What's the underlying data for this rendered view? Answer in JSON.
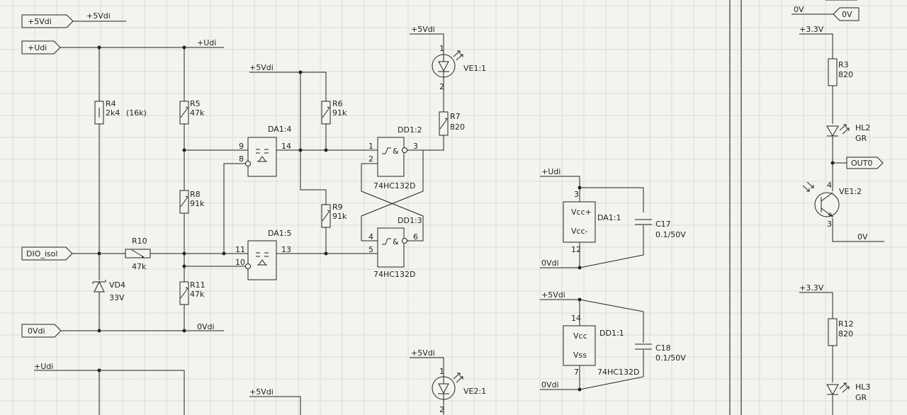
{
  "sheet": {
    "background": "#f4f3ee",
    "grid_color": "#dcdcd6",
    "ink_color": "#222222"
  },
  "ports": {
    "p5vdi": "+5Vdi",
    "pudi": "+Udi",
    "pdio": "DIO_isol",
    "p0vdi": "0Vdi",
    "p0v": "0V",
    "pout": "OUT0"
  },
  "nets": {
    "n5vdi_top": "+5Vdi",
    "nudi_top": "+Udi",
    "n5vdi_a": "+5Vdi",
    "n5vdi_led1": "+5Vdi",
    "n0vdi_left": "0Vdi",
    "nudi_b": "+Udi",
    "n5vdi_b": "+5Vdi",
    "n5vdi_led2": "+5Vdi",
    "nudi_da": "+Udi",
    "n0vdi_da": "0Vdi",
    "n5vdi_dd": "+5Vdi",
    "n0vdi_dd": "0Vdi",
    "n0v_top": "0V",
    "n33_a": "+3.3V",
    "n0v_mid": "0V",
    "n33_b": "+3.3V"
  },
  "components": {
    "r4": {
      "ref": "R4",
      "value": "2k4",
      "note": "(16k)"
    },
    "r5": {
      "ref": "R5",
      "value": "47k"
    },
    "r8": {
      "ref": "R8",
      "value": "91k"
    },
    "r11": {
      "ref": "R11",
      "value": "47k"
    },
    "r10": {
      "ref": "R10",
      "value": "47k"
    },
    "r6": {
      "ref": "R6",
      "value": "91k"
    },
    "r9": {
      "ref": "R9",
      "value": "91k"
    },
    "r7": {
      "ref": "R7",
      "value": "820"
    },
    "r3": {
      "ref": "R3",
      "value": "820"
    },
    "r12": {
      "ref": "R12",
      "value": "820"
    },
    "vd4": {
      "ref": "VD4",
      "value": "33V"
    },
    "ve1": {
      "ref": "VE1:1",
      "pin_a": "1",
      "pin_k": "2"
    },
    "ve2": {
      "ref": "VE2:1",
      "pin_a": "1",
      "pin_k": "2"
    },
    "da14": {
      "ref": "DA1:4",
      "pin_in1": "9",
      "pin_in2": "8",
      "pin_out": "14"
    },
    "da15": {
      "ref": "DA1:5",
      "pin_in1": "11",
      "pin_in2": "10",
      "pin_out": "13"
    },
    "dd12": {
      "ref": "DD1:2",
      "part": "74HC132D",
      "pin_in1": "1",
      "pin_in2": "2",
      "pin_out": "3",
      "symbol": "&"
    },
    "dd13": {
      "ref": "DD1:3",
      "part": "74HC132D",
      "pin_in1": "4",
      "pin_in2": "5",
      "pin_out": "6",
      "symbol": "&"
    },
    "da11": {
      "ref": "DA1:1",
      "pin_top": "3",
      "pin_bottom": "12",
      "label_top": "Vcc+",
      "label_bottom": "Vcc-"
    },
    "dd11": {
      "ref": "DD1:1",
      "part": "74HC132D",
      "pin_top": "14",
      "pin_bottom": "7",
      "label_top": "Vcc",
      "label_bottom": "Vss"
    },
    "c17": {
      "ref": "C17",
      "value": "0.1/50V"
    },
    "c18": {
      "ref": "C18",
      "value": "0.1/50V"
    },
    "hl2": {
      "ref": "HL2",
      "value": "GR"
    },
    "hl3": {
      "ref": "HL3",
      "value": "GR"
    },
    "ve12": {
      "ref": "VE1:2",
      "pin_c": "4",
      "pin_e": "3"
    }
  }
}
